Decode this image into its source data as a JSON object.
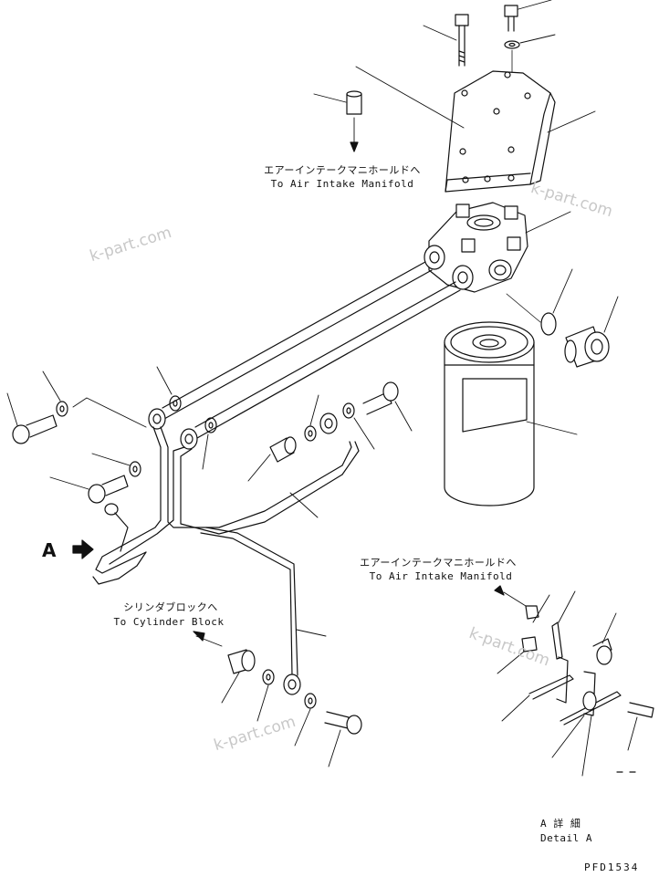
{
  "labels": {
    "intake_top_jp": "エアーインテークマニホールドへ",
    "intake_top_en": "To Air Intake Manifold",
    "intake_detail_jp": "エアーインテークマニホールドへ",
    "intake_detail_en": "To Air Intake Manifold",
    "cylinder_jp": "シリンダブロックへ",
    "cylinder_en": "To Cylinder Block",
    "view_letter": "A",
    "detail_jp": "A 詳 細",
    "detail_en": "Detail A",
    "drawing_code": "PFD1534"
  },
  "watermarks": [
    "k-part.com",
    "k-part.com",
    "k-part.com",
    "k-part.com"
  ],
  "icons": {
    "arrow": "arrow-right-icon"
  }
}
